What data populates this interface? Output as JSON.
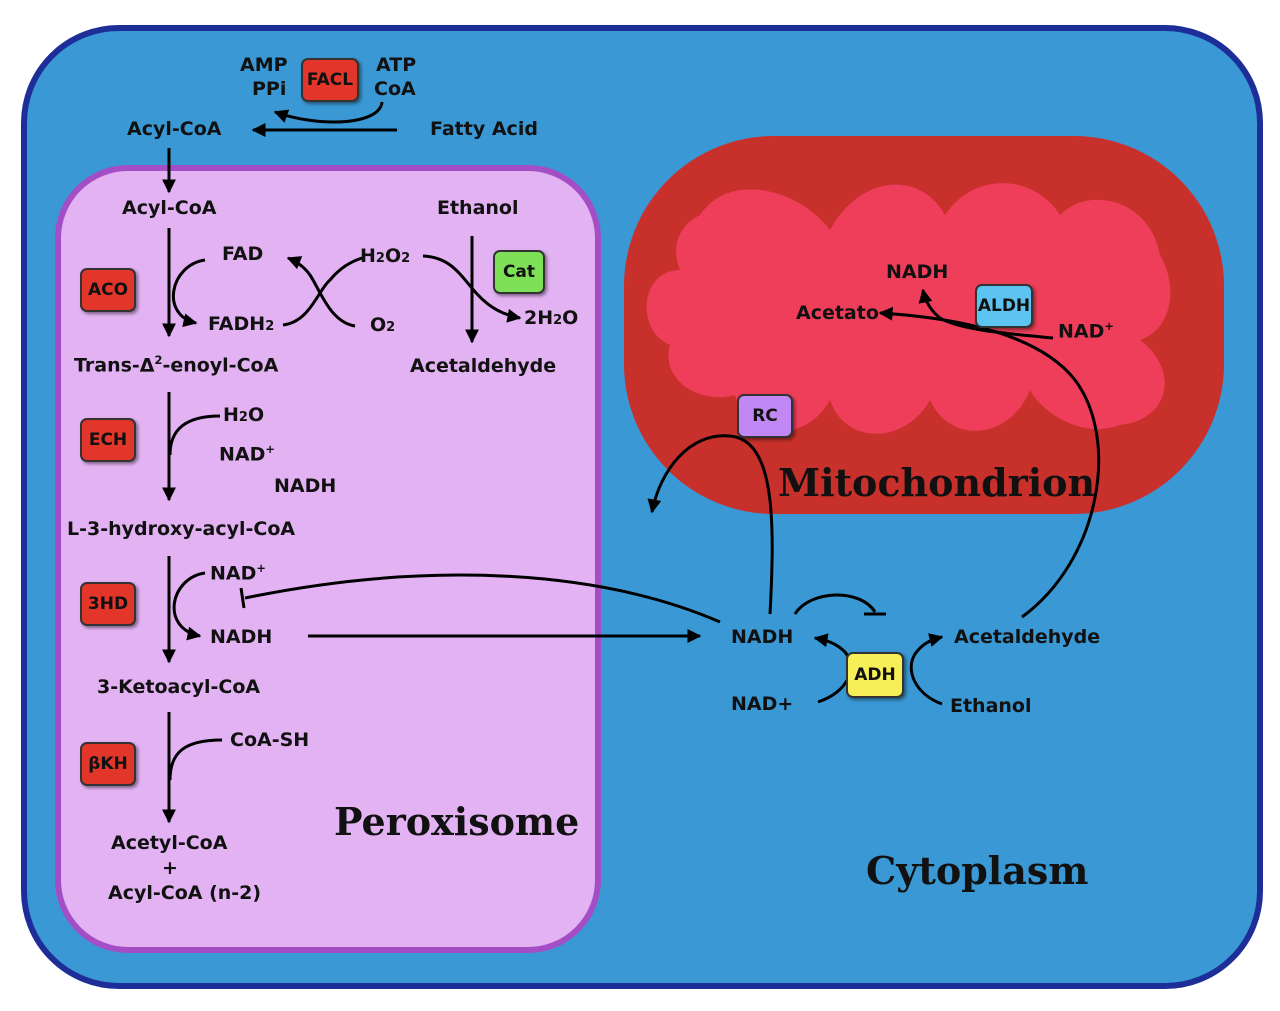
{
  "colors": {
    "cytoplasm": "#3a98d4",
    "cell_border": "#1d2e98",
    "peroxisome": "#e3b2f3",
    "peroxisome_border": "#a44ec6",
    "mito_outer": "#c7302b",
    "mito_inner": "#ee3e5a",
    "enzyme_red": "#e2362b",
    "enzyme_green": "#7ee057",
    "enzyme_blue": "#5dc4f2",
    "enzyme_purple": "#c087f5",
    "enzyme_yellow": "#f7ef57"
  },
  "compartments": {
    "peroxisome": "Peroxisome",
    "mitochondrion": "Mitochondrion",
    "cytoplasm": "Cytoplasm"
  },
  "enzymes": {
    "facl": "FACL",
    "aco": "ACO",
    "cat": "Cat",
    "ech": "ECH",
    "hd3": "3HD",
    "bkh": "βKH",
    "aldh": "ALDH",
    "rc": "RC",
    "adh": "ADH"
  },
  "activation": {
    "amp": "AMP",
    "ppi": "PPi",
    "atp": "ATP",
    "coa": "CoA",
    "acyl_coa": "Acyl-CoA",
    "fatty_acid": "Fatty Acid"
  },
  "beta_oxidation": {
    "acyl_coa": "Acyl-CoA",
    "fad": "FAD",
    "fadh2": "FADH",
    "fadh2_sub": "2",
    "trans_enoyl_a": "Trans-Δ",
    "trans_enoyl_sup": "2",
    "trans_enoyl_b": "-enoyl-CoA",
    "h2o": "H",
    "h2o_sub": "2",
    "h2o_tail": "O",
    "nad_plus": "NAD",
    "nad_plus_sup": "+",
    "nadh": "NADH",
    "hydroxy": "L-3-hydroxy-acyl-CoA",
    "nad_plus_2": "NAD",
    "nad_plus_2_sup": "+",
    "nadh_2": "NADH",
    "ketoacyl": "3-Ketoacyl-CoA",
    "coa_sh": "CoA-SH",
    "acetyl_coa": "Acetyl-CoA",
    "plus": "+",
    "acyl_coa_n2": "Acyl-CoA (n-2)"
  },
  "catalase": {
    "ethanol": "Ethanol",
    "h2o2": "H",
    "h2o2_mid": "2",
    "h2o2_o": "O",
    "h2o2_end": "2",
    "o2": "O",
    "o2_sub": "2",
    "water": "2H",
    "water_sub": "2",
    "water_o": "O",
    "acetaldehyde": "Acetaldehyde"
  },
  "mitochondrion": {
    "nadh": "NADH",
    "acetato": "Acetato",
    "nad_plus": "NAD",
    "nad_plus_sup": "+"
  },
  "cytoplasm": {
    "nadh": "NADH",
    "nad_plus": "NAD+",
    "acetaldehyde": "Acetaldehyde",
    "ethanol": "Ethanol"
  }
}
